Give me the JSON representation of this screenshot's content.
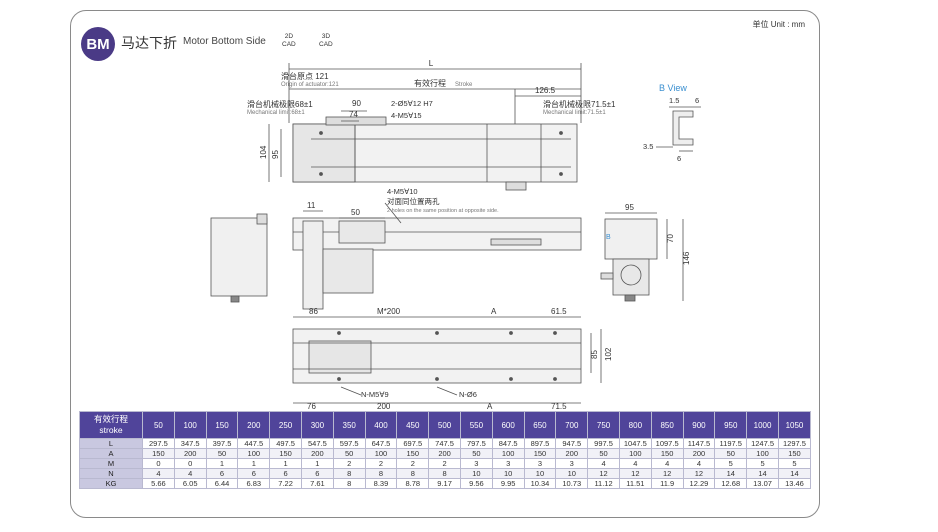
{
  "header": {
    "badge": "BM",
    "title_cn": "马达下折",
    "title_en": "Motor Bottom Side",
    "cad_2d_top": "2D",
    "cad_2d_bottom": "CAD",
    "cad_3d_top": "3D",
    "cad_3d_bottom": "CAD",
    "unit": "单位 Unit : mm"
  },
  "top_view": {
    "L": "L",
    "origin_cn": "滑台原点 121",
    "origin_en": "Origin of actuator:121",
    "stroke_cn": "有效行程",
    "stroke_en": "Stroke",
    "d126": "126.5",
    "mech_left_cn": "滑台机械极限68±1",
    "mech_left_en": "Mechanical limit:68±1",
    "mech_right_cn": "滑台机械极限71.5±1",
    "mech_right_en": "Mechanical limit:71.5±1",
    "d90": "90",
    "d74": "74",
    "hole1": "2-Ø5∀12 H7",
    "hole2": "4-M5∀15",
    "d95": "95",
    "d104": "104"
  },
  "b_view": {
    "title": "B View",
    "d15": "1.5",
    "d6a": "6",
    "d35": "3.5",
    "d6b": "6"
  },
  "side_view": {
    "d11": "11",
    "d50": "50",
    "hole_cn": "4-M5∀10",
    "hole_cn2": "对面同位置两孔",
    "hole_en": "2 holes on the same position at opposite side."
  },
  "end_view": {
    "d95": "95",
    "d70": "70",
    "d146": "146",
    "b_label": "B"
  },
  "bottom_view": {
    "d86": "86",
    "m200": "M*200",
    "A1": "A",
    "d615": "61.5",
    "d85": "85",
    "d102": "102",
    "nm5": "N-M5∀9",
    "n6": "N-Ø6",
    "d76": "76",
    "d200": "200",
    "A2": "A",
    "d715": "71.5"
  },
  "table": {
    "head_cn": "有效行程",
    "head_en": "stroke",
    "strokes": [
      "50",
      "100",
      "150",
      "200",
      "250",
      "300",
      "350",
      "400",
      "450",
      "500",
      "550",
      "600",
      "650",
      "700",
      "750",
      "800",
      "850",
      "900",
      "950",
      "1000",
      "1050"
    ],
    "rows": [
      {
        "label": "L",
        "values": [
          "297.5",
          "347.5",
          "397.5",
          "447.5",
          "497.5",
          "547.5",
          "597.5",
          "647.5",
          "697.5",
          "747.5",
          "797.5",
          "847.5",
          "897.5",
          "947.5",
          "997.5",
          "1047.5",
          "1097.5",
          "1147.5",
          "1197.5",
          "1247.5",
          "1297.5"
        ]
      },
      {
        "label": "A",
        "values": [
          "150",
          "200",
          "50",
          "100",
          "150",
          "200",
          "50",
          "100",
          "150",
          "200",
          "50",
          "100",
          "150",
          "200",
          "50",
          "100",
          "150",
          "200",
          "50",
          "100",
          "150"
        ]
      },
      {
        "label": "M",
        "values": [
          "0",
          "0",
          "1",
          "1",
          "1",
          "1",
          "2",
          "2",
          "2",
          "2",
          "3",
          "3",
          "3",
          "3",
          "4",
          "4",
          "4",
          "4",
          "5",
          "5",
          "5"
        ]
      },
      {
        "label": "N",
        "values": [
          "4",
          "4",
          "6",
          "6",
          "6",
          "6",
          "8",
          "8",
          "8",
          "8",
          "10",
          "10",
          "10",
          "10",
          "12",
          "12",
          "12",
          "12",
          "14",
          "14",
          "14"
        ]
      },
      {
        "label": "KG",
        "values": [
          "5.66",
          "6.05",
          "6.44",
          "6.83",
          "7.22",
          "7.61",
          "8",
          "8.39",
          "8.78",
          "9.17",
          "9.56",
          "9.95",
          "10.34",
          "10.73",
          "11.12",
          "11.51",
          "11.9",
          "12.29",
          "12.68",
          "13.07",
          "13.46"
        ]
      }
    ]
  },
  "colors": {
    "accent": "#50449a",
    "badge": "#4a3a86",
    "row_label": "#c9c8e0",
    "b_view": "#3a8fd0"
  }
}
